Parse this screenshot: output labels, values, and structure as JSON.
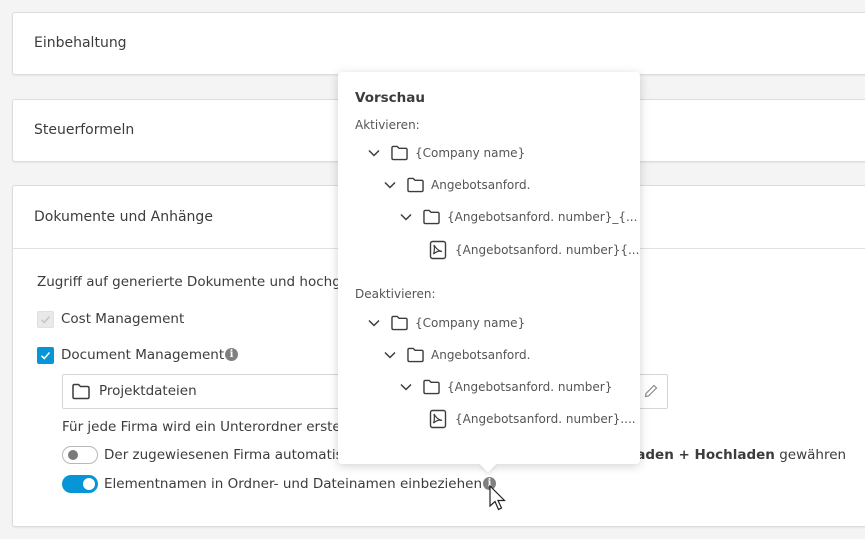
{
  "sections": [
    {
      "title": "Einbehaltung"
    },
    {
      "title": "Steuerformeln"
    },
    {
      "title": "Dokumente und Anhänge"
    }
  ],
  "documents": {
    "intro": "Zugriff auf generierte Dokumente und hochge",
    "cost_management": {
      "label": "Cost Management",
      "checked": true,
      "disabled": true
    },
    "document_management": {
      "label": "Document Management",
      "checked": true
    },
    "folder_path": "Projektdateien",
    "subfolder_note": "Für jede Firma wird ein Unterordner erste",
    "toggle_auto": {
      "label_start": "Der zugewiesenen Firma automatis",
      "label_bold": "rladen + Hochladen",
      "label_end": " gewähren",
      "on": false
    },
    "toggle_names": {
      "label": "Elementnamen in Ordner- und Dateinamen einbeziehen",
      "on": true
    }
  },
  "preview": {
    "title": "Vorschau",
    "enable_label": "Aktivieren:",
    "enable_tree": [
      {
        "type": "folder",
        "label": "{Company name}",
        "level": 0
      },
      {
        "type": "folder",
        "label": "Angebotsanford.",
        "level": 1
      },
      {
        "type": "folder",
        "label": "{Angebotsanford. number}_{...",
        "level": 2
      },
      {
        "type": "pdf",
        "label": "{Angebotsanford. number}{...",
        "level": 3
      }
    ],
    "disable_label": "Deaktivieren:",
    "disable_tree": [
      {
        "type": "folder",
        "label": "{Company name}",
        "level": 0
      },
      {
        "type": "folder",
        "label": "Angebotsanford.",
        "level": 1
      },
      {
        "type": "folder",
        "label": "{Angebotsanford. number}",
        "level": 2
      },
      {
        "type": "pdf",
        "label": "{Angebotsanford. number}....",
        "level": 3
      }
    ]
  },
  "colors": {
    "accent": "#0696d7",
    "text": "#3c3c3c",
    "info": "#808080"
  }
}
